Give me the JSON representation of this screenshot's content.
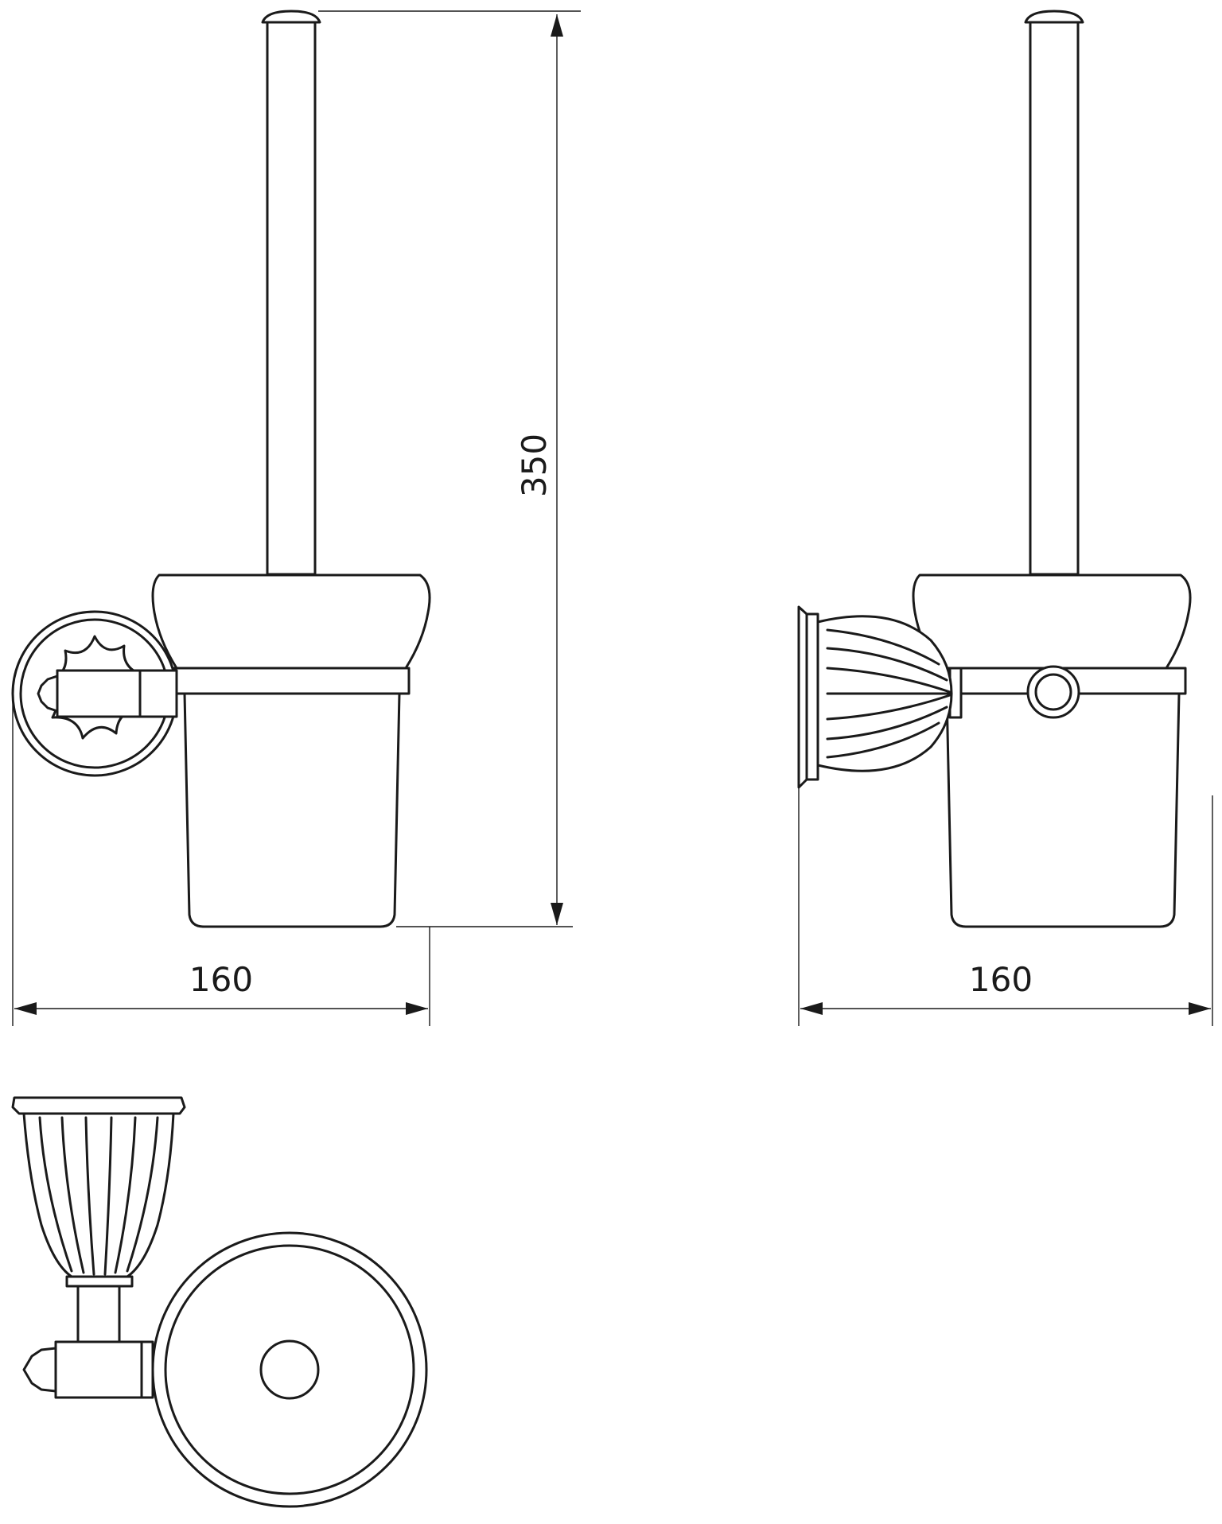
{
  "drawing": {
    "dimensions": {
      "height": "350",
      "width_front": "160",
      "width_side": "160"
    },
    "colors": {
      "line": "#1a1a1a",
      "background": "#ffffff"
    }
  }
}
